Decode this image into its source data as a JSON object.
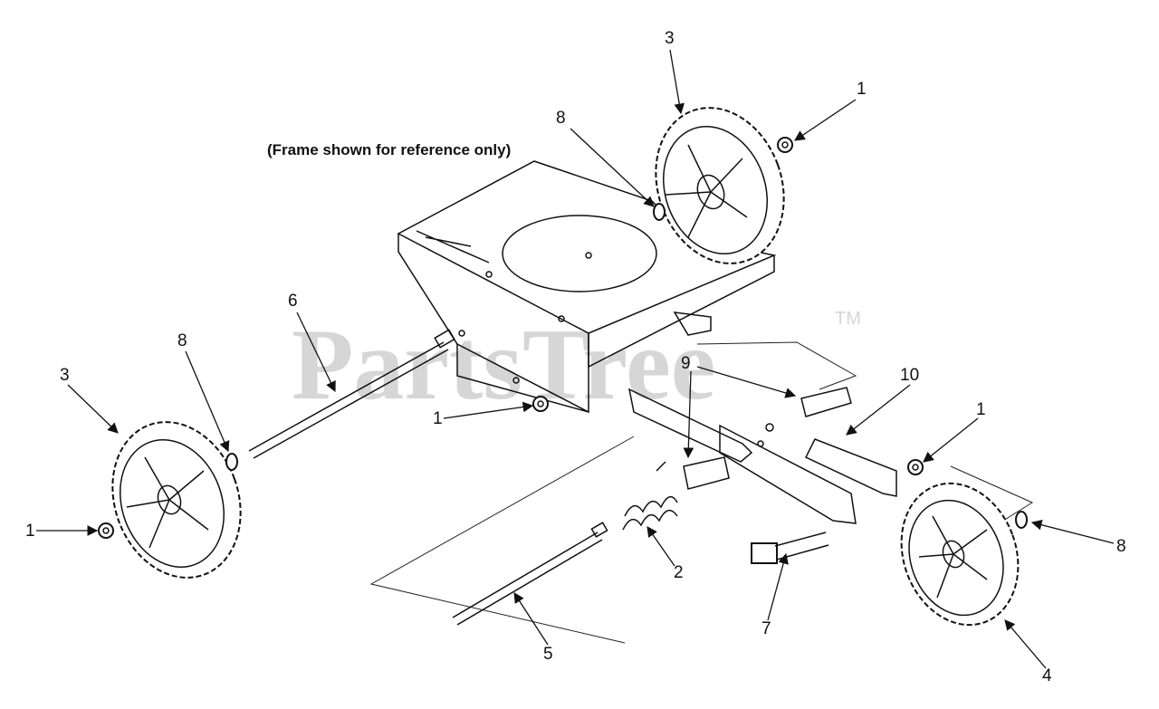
{
  "watermark": {
    "text": "PartsTree",
    "tm": "TM"
  },
  "note": "(Frame shown for reference only)",
  "callouts": {
    "c1_top_right": "1",
    "c1_frame": "1",
    "c1_left": "1",
    "c1_right": "1",
    "c2": "2",
    "c3_top": "3",
    "c3_left": "3",
    "c4": "4",
    "c5": "5",
    "c6": "6",
    "c7": "7",
    "c8_top": "8",
    "c8_left": "8",
    "c8_right": "8",
    "c9": "9",
    "c10": "10"
  }
}
